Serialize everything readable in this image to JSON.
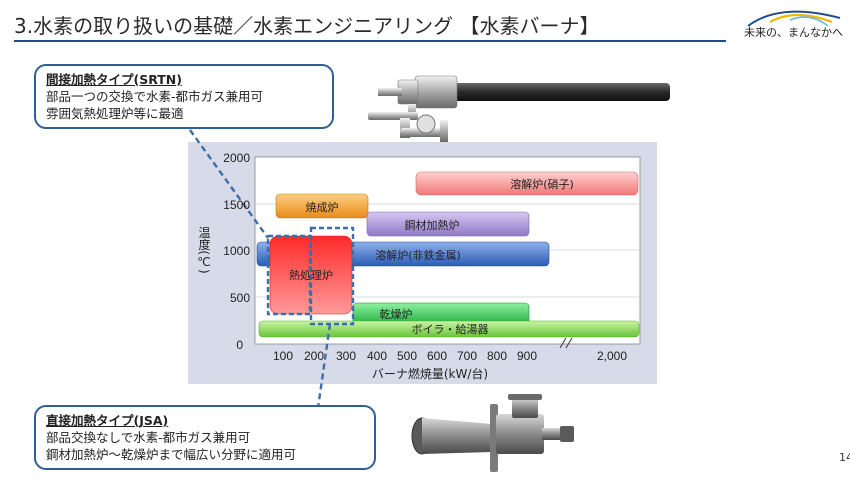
{
  "header": {
    "title": "3.水素の取り扱いの基礎／水素エンジニアリング 【水素バーナ】",
    "logo_text": "未来の、まんなかへ"
  },
  "callouts": {
    "indirect": {
      "heading": "間接加熱タイプ(SRTN)",
      "line1": "部品一つの交換で水素-都市ガス兼用可",
      "line2": "雰囲気熱処理炉等に最適"
    },
    "direct": {
      "heading": "直接加熱タイプ(JSA)",
      "line1": "部品交換なしで水素-都市ガス兼用可",
      "line2": "鋼材加熱炉～乾燥炉まで幅広い分野に適用可"
    }
  },
  "chart": {
    "y_axis_label": "温度(℃)",
    "x_axis_label": "バーナ燃焼量(kW/台)",
    "y_ticks": [
      "2000",
      "1500",
      "1000",
      "500",
      "0"
    ],
    "x_ticks": [
      "100",
      "200",
      "300",
      "400",
      "500",
      "600",
      "700",
      "800",
      "900",
      "2,000"
    ],
    "applications": [
      {
        "label": "溶解炉(硝子)",
        "color": "#f58c8c"
      },
      {
        "label": "焼成炉",
        "color": "#f2a23c"
      },
      {
        "label": "鋼材加熱炉",
        "color": "#a58ed3"
      },
      {
        "label": "溶解炉(非鉄金属)",
        "color": "#4a78c9"
      },
      {
        "label": "熱処理炉",
        "color": "#f03030"
      },
      {
        "label": "乾燥炉",
        "color": "#2ec24a"
      },
      {
        "label": "ボイラ・給湯器",
        "color": "#7fd24a"
      }
    ]
  },
  "footer": {
    "page_number": "14"
  }
}
